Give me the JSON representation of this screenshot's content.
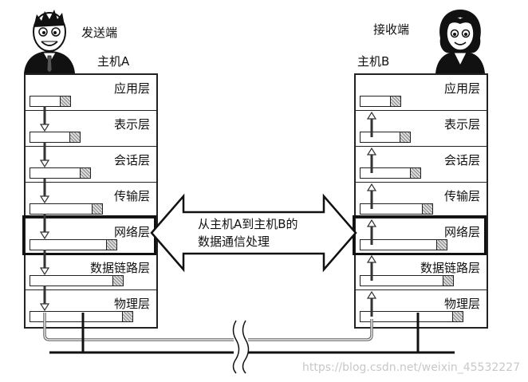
{
  "sender": {
    "role_label": "发送端",
    "host_label": "主机A",
    "layers": [
      "应用层",
      "表示层",
      "会话层",
      "传输层",
      "网络层",
      "数据链路层",
      "物理层"
    ],
    "highlight_layer": "网络层"
  },
  "receiver": {
    "role_label": "接收端",
    "host_label": "主机B",
    "layers": [
      "应用层",
      "表示层",
      "会话层",
      "传输层",
      "网络层",
      "数据链路层",
      "物理层"
    ],
    "highlight_layer": "网络层"
  },
  "center_arrow": {
    "line1": "从主机A到主机B的",
    "line2": "数据通信处理"
  },
  "watermark": "https://blog.csdn.net/weixin_45532227",
  "icons": [
    "male-user-icon",
    "female-user-icon",
    "down-arrow-icon",
    "up-arrow-icon",
    "double-arrow-icon"
  ],
  "colors": {
    "stroke": "#222222",
    "background": "#ffffff",
    "watermark": "#c8c8c8"
  }
}
